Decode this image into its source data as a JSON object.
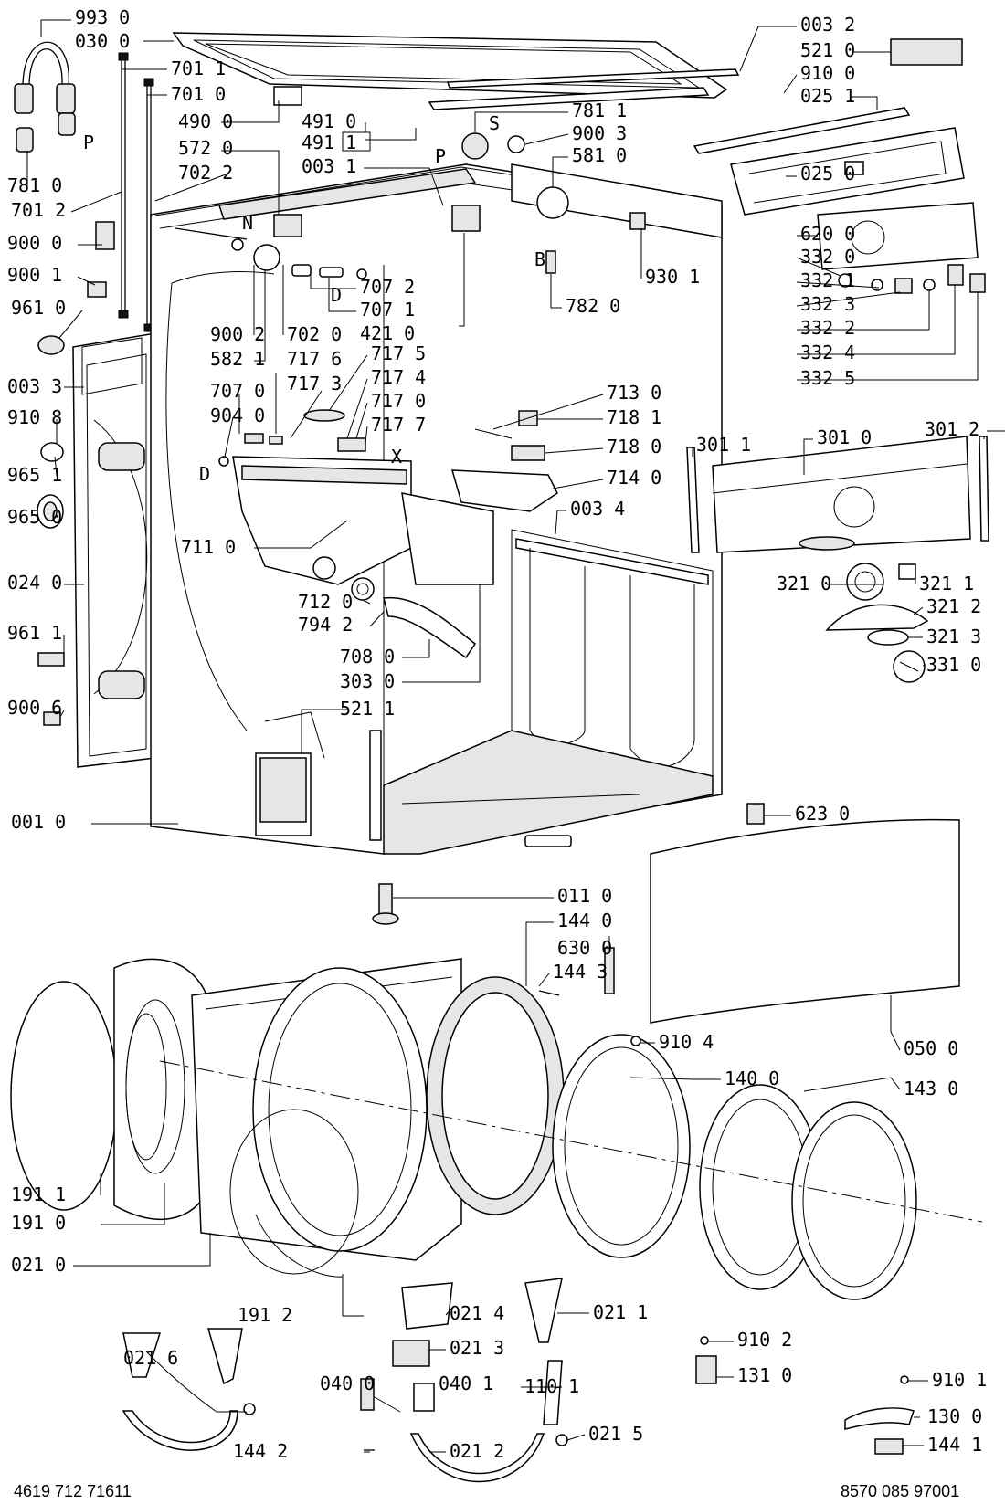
{
  "diagram": {
    "callouts": [
      "993 0",
      "030 0",
      "701 1",
      "701 0",
      "490 0",
      "491 0",
      "491 1",
      "572 0",
      "003 1",
      "702 2",
      "781 0",
      "701 2",
      "900 0",
      "900 1",
      "961 0",
      "003 3",
      "910 8",
      "965 1",
      "965 0",
      "024 0",
      "961 1",
      "900 6",
      "001 0",
      "003 2",
      "521 0",
      "910 0",
      "025 1",
      "781 1",
      "900 3",
      "581 0",
      "025 0",
      "620 0",
      "332 0",
      "332 1",
      "332 3",
      "332 2",
      "332 4",
      "332 5",
      "930 1",
      "782 0",
      "707 2",
      "707 1",
      "421 0",
      "702 0",
      "900 2",
      "582 1",
      "717 6",
      "717 5",
      "717 3",
      "717 4",
      "707 0",
      "717 0",
      "904 0",
      "717 7",
      "713 0",
      "718 1",
      "718 0",
      "714 0",
      "003 4",
      "711 0",
      "712 0",
      "794 2",
      "708 0",
      "303 0",
      "521 1",
      "301 1",
      "301 0",
      "301 2",
      "321 0",
      "321 1",
      "321 2",
      "321 3",
      "331 0",
      "623 0",
      "011 0",
      "144 0",
      "630 0",
      "144 3",
      "910 4",
      "050 0",
      "140 0",
      "143 0",
      "191 1",
      "191 0",
      "021 0",
      "191 2",
      "021 4",
      "021 3",
      "021 1",
      "021 6",
      "040 0",
      "040 1",
      "110 1",
      "144 2",
      "021 2",
      "021 5",
      "910 2",
      "131 0",
      "910 1",
      "130 0",
      "144 1"
    ],
    "letters": [
      "P",
      "S",
      "P",
      "N",
      "D",
      "B",
      "D",
      "X"
    ],
    "footer_left": "4619 712 71611",
    "footer_right": "8570 085 97001"
  }
}
